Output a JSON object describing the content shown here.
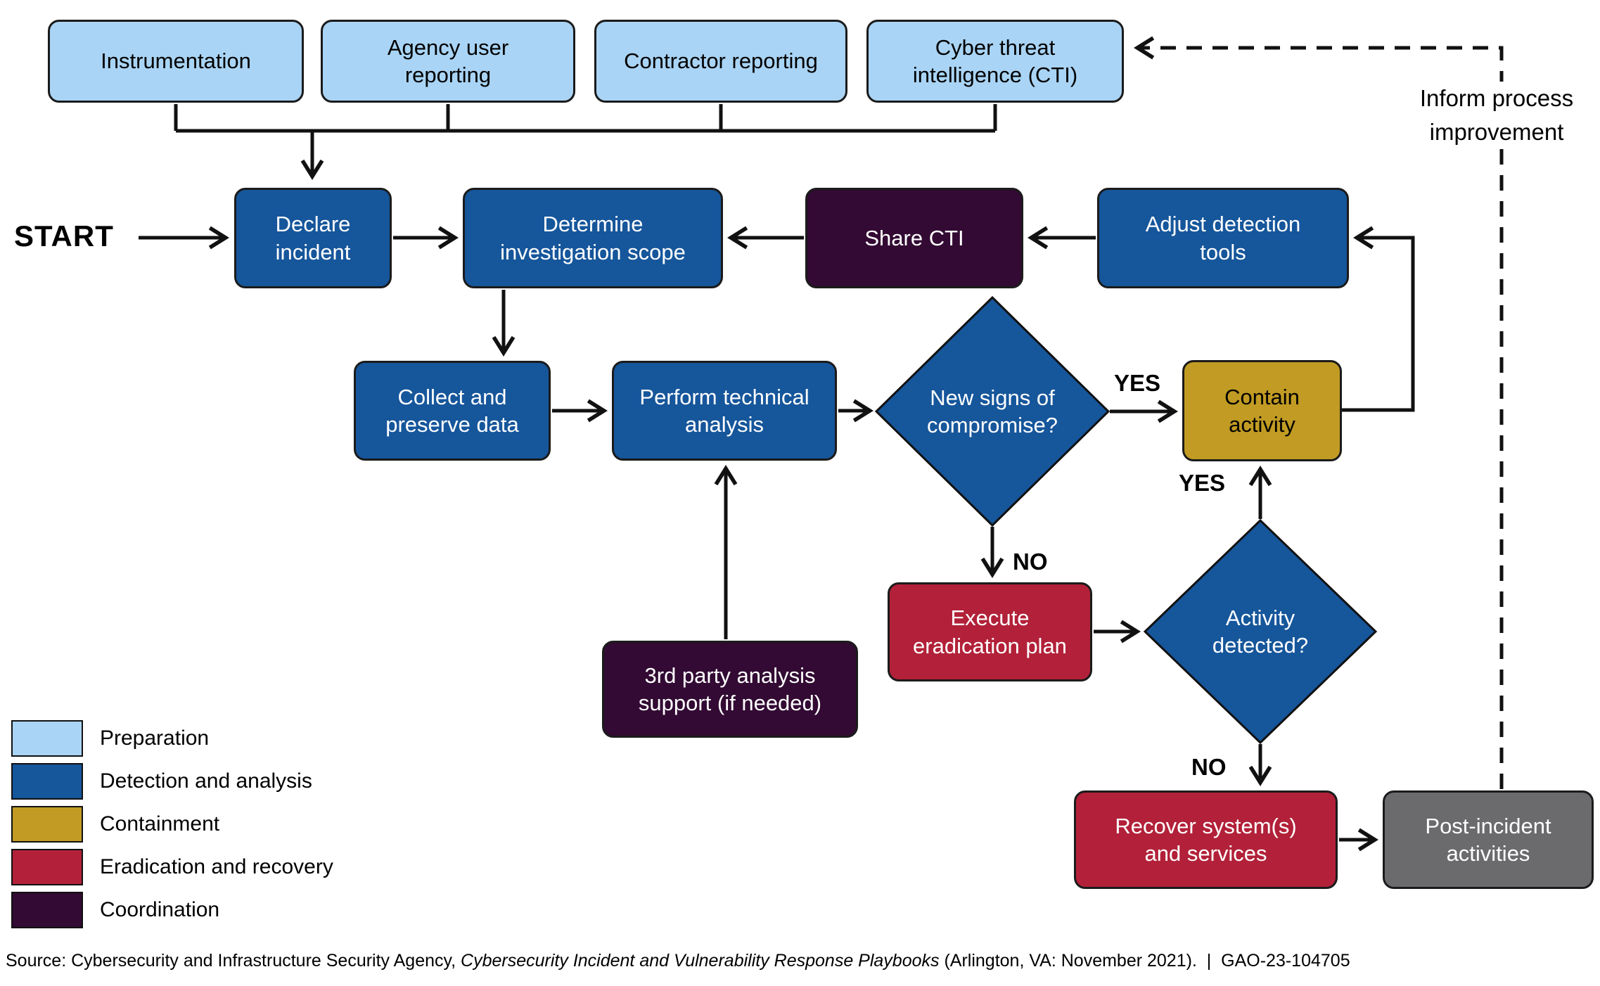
{
  "colors": {
    "preparation": "#a9d4f5",
    "detection": "#16569b",
    "containment": "#c19b23",
    "eradication": "#b22139",
    "coordination": "#320a33",
    "postgray": "#6b6b6e",
    "line": "#111111"
  },
  "flow": {
    "start_label": "START",
    "nodes": {
      "instrumentation": "Instrumentation",
      "agency_user_reporting": "Agency user\nreporting",
      "contractor_reporting": "Contractor reporting",
      "cti": "Cyber threat\nintelligence (CTI)",
      "declare_incident": "Declare\nincident",
      "determine_scope": "Determine\ninvestigation scope",
      "share_cti": "Share CTI",
      "adjust_tools": "Adjust detection\ntools",
      "collect_data": "Collect and\npreserve data",
      "technical_analysis": "Perform technical\nanalysis",
      "new_signs": "New signs of\ncompromise?",
      "contain_activity": "Contain\nactivity",
      "execute_eradication": "Execute\neradication plan",
      "activity_detected": "Activity\ndetected?",
      "third_party": "3rd party analysis\nsupport (if needed)",
      "recover": "Recover system(s)\nand services",
      "post_incident": "Post-incident\nactivities"
    },
    "branch_labels": {
      "yes_to_contain": "YES",
      "yes_up_to_contain": "YES",
      "no_to_execute": "NO",
      "no_to_recover": "NO"
    },
    "annotations": {
      "inform": "Inform process\nimprovement"
    }
  },
  "legend": {
    "items": [
      {
        "label": "Preparation",
        "color_key": "preparation"
      },
      {
        "label": "Detection and analysis",
        "color_key": "detection"
      },
      {
        "label": "Containment",
        "color_key": "containment"
      },
      {
        "label": "Eradication and recovery",
        "color_key": "eradication"
      },
      {
        "label": "Coordination",
        "color_key": "coordination"
      }
    ]
  },
  "source_note": {
    "prefix": "Source: Cybersecurity and Infrastructure Security Agency, ",
    "title_italic": "Cybersecurity Incident and Vulnerability Response Playbooks",
    "suffix": " (Arlington, VA: November 2021).  |  GAO-23-104705"
  }
}
